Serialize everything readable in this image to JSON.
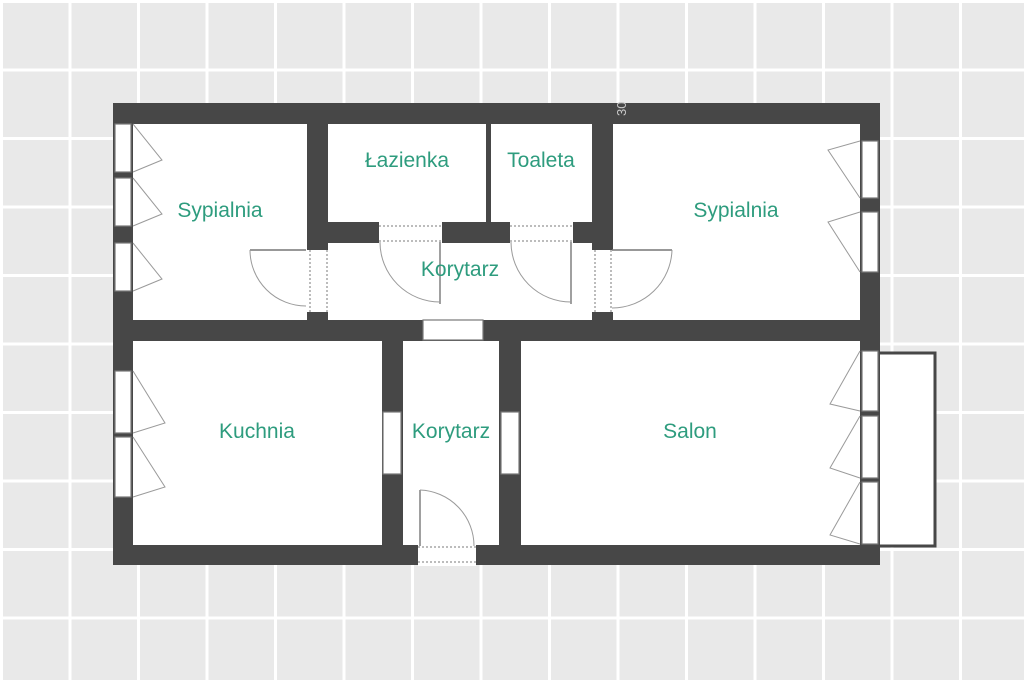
{
  "floor_plan": {
    "dimension_fragment": "30",
    "rooms": {
      "bedroom_left": "Sypialnia",
      "bathroom": "Łazienka",
      "toilet": "Toaleta",
      "bedroom_right": "Sypialnia",
      "corridor_upper": "Korytarz",
      "kitchen": "Kuchnia",
      "corridor_lower": "Korytarz",
      "living_room": "Salon"
    }
  }
}
